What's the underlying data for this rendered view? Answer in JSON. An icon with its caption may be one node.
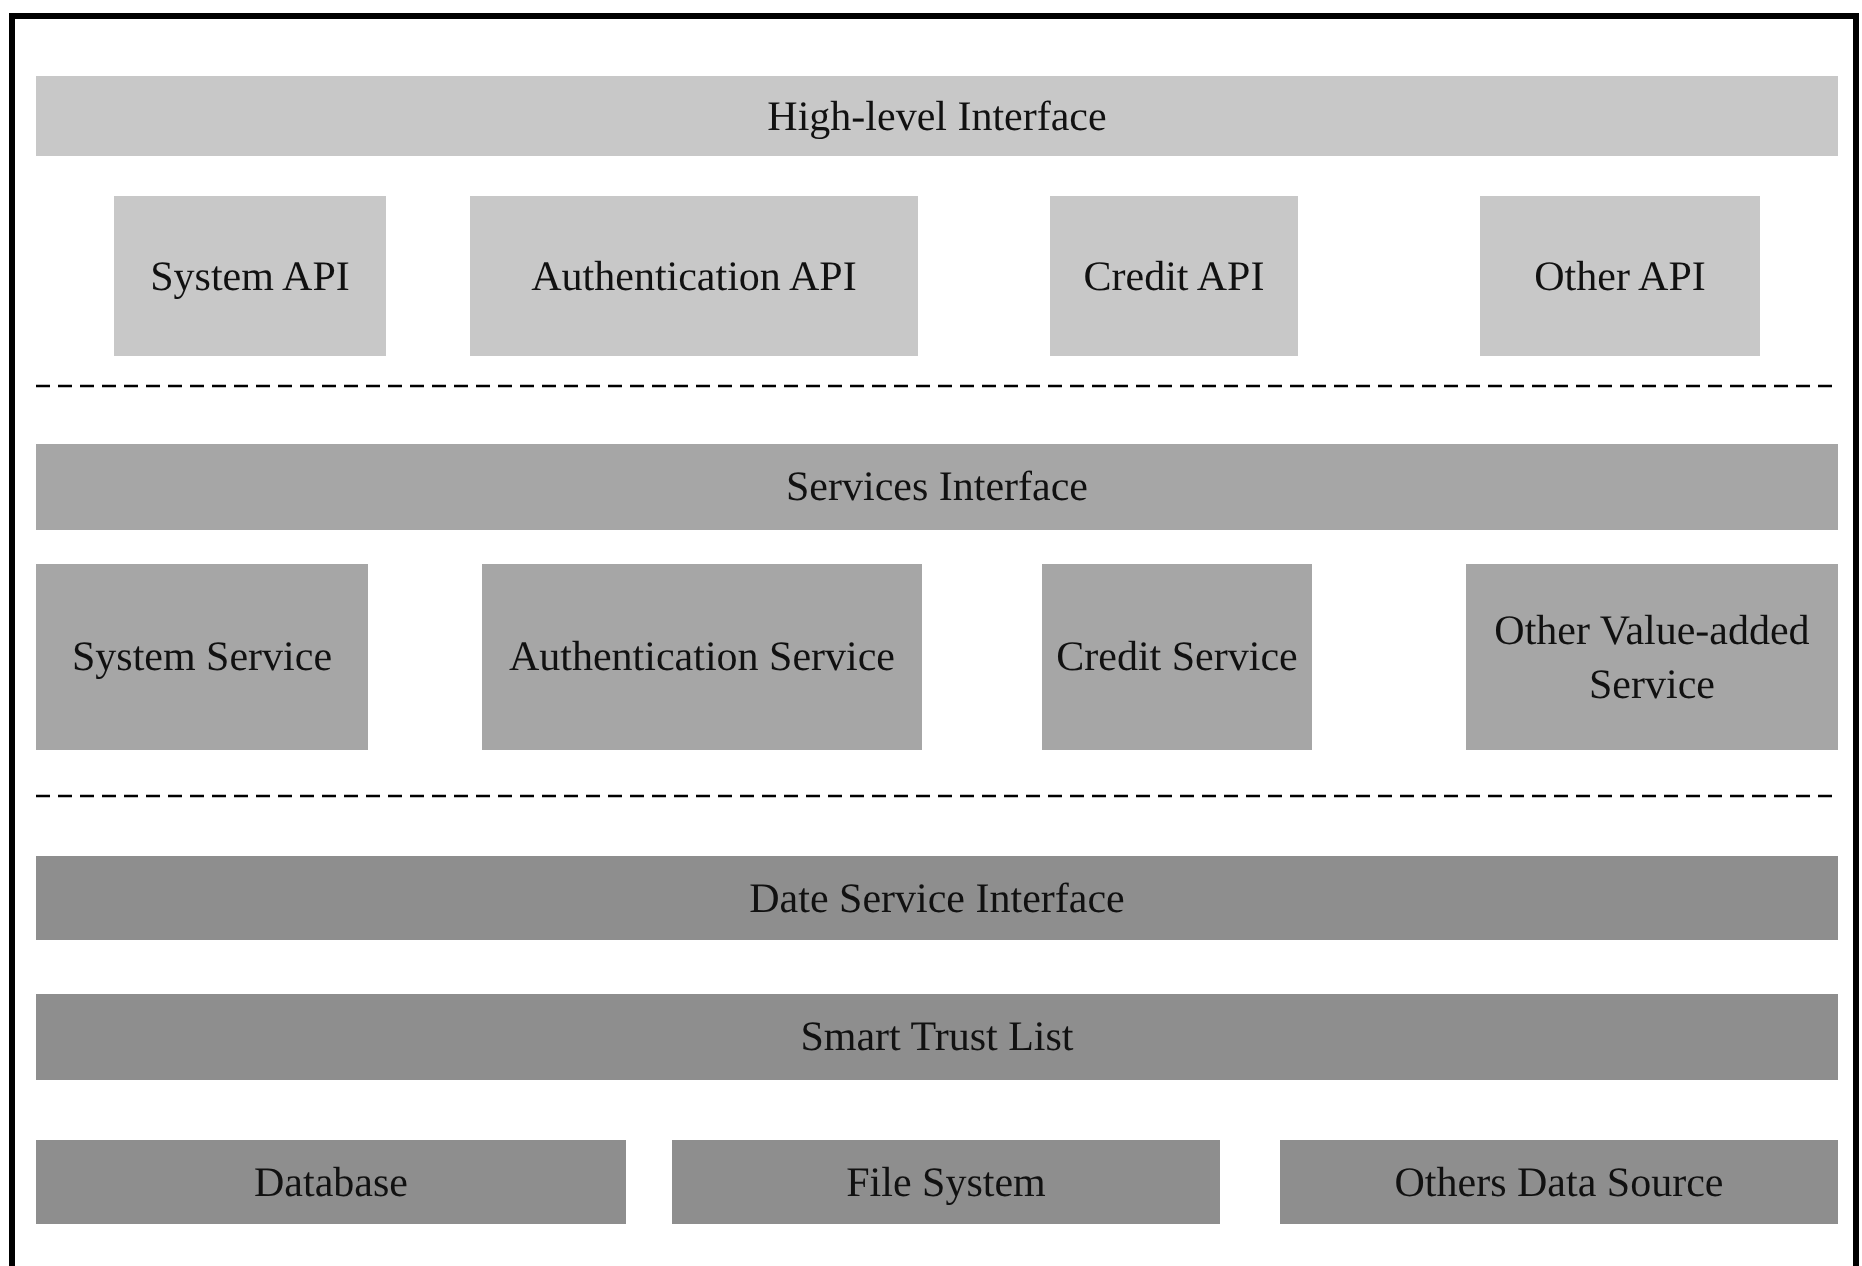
{
  "diagram": {
    "nodes": [
      {
        "text": [
          "High-level Interface"
        ]
      },
      {
        "text": [
          "System API"
        ]
      },
      {
        "text": [
          "Authentication API"
        ]
      },
      {
        "text": [
          "Credit API"
        ]
      },
      {
        "text": [
          "Other API"
        ]
      },
      {
        "text": [
          "Services Interface"
        ]
      },
      {
        "text": [
          "System Service"
        ]
      },
      {
        "text": [
          "Authentication Service"
        ]
      },
      {
        "text": [
          "Credit Service"
        ]
      },
      {
        "text": [
          "Other Value-added Service"
        ]
      },
      {
        "text": [
          "Date Service Interface"
        ]
      },
      {
        "text": [
          "Smart Trust List"
        ]
      },
      {
        "text": [
          "Database"
        ]
      },
      {
        "text": [
          "File System"
        ]
      },
      {
        "text": [
          "Others Data Source"
        ]
      }
    ],
    "edges": []
  }
}
